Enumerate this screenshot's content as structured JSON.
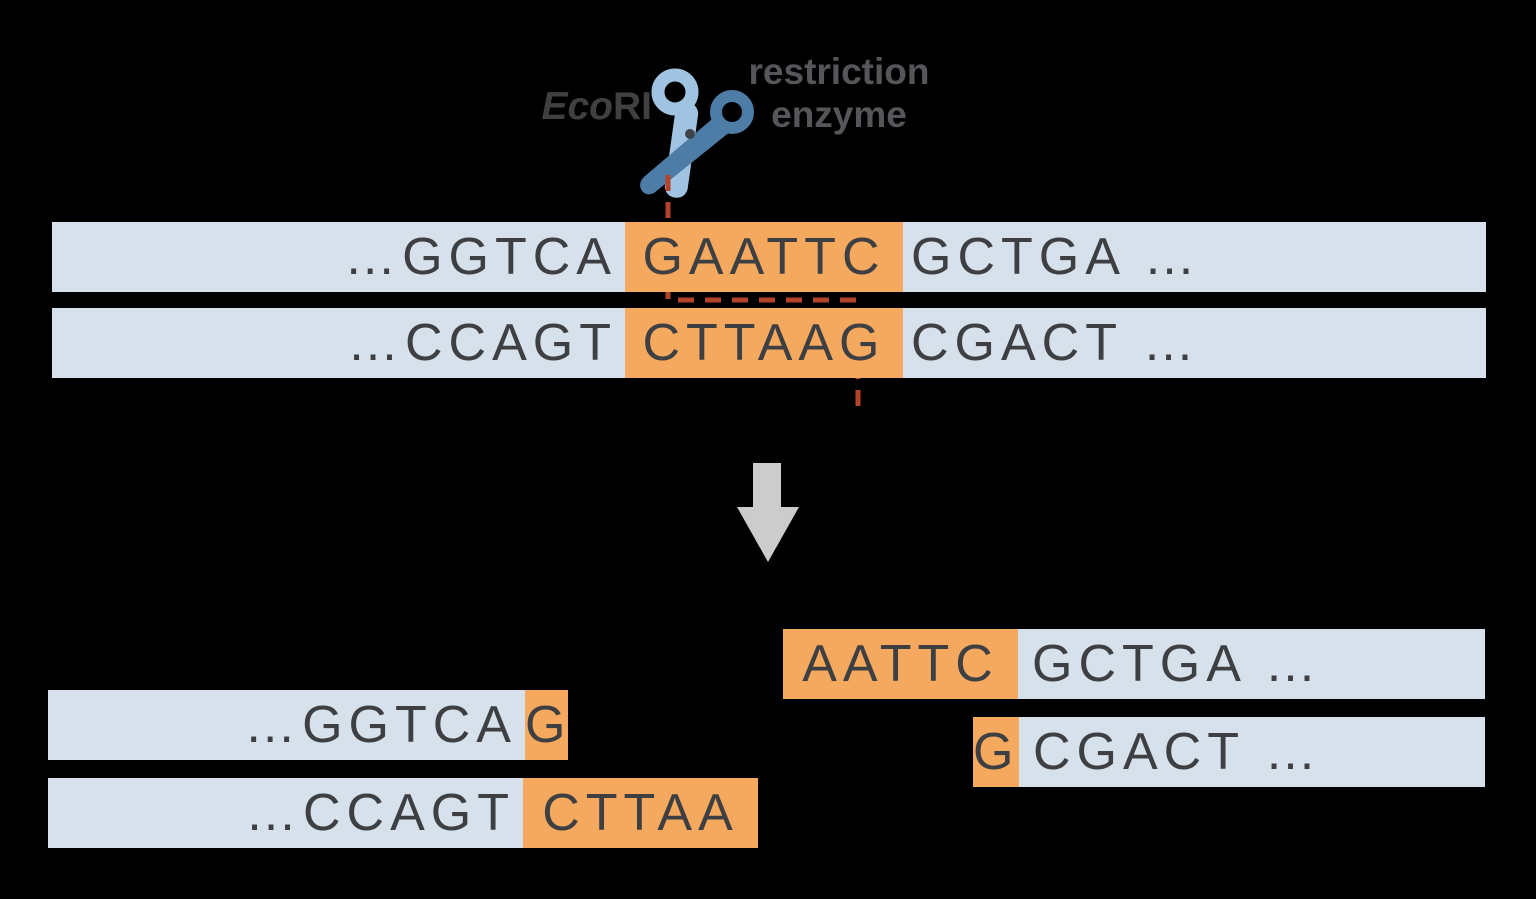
{
  "labels": {
    "enzyme_name_italic": "Eco",
    "enzyme_name_suffix": "RI",
    "enzyme_type_line1": "restriction",
    "enzyme_type_line2": "enzyme"
  },
  "icons": {
    "scissors": "scissors-icon",
    "down_arrow": "down-arrow-icon",
    "cut_path": "dashed-cut-line"
  },
  "colors": {
    "background": "#000000",
    "strand_fill": "#d6e1ec",
    "recognition_site_highlight": "#f5a95f",
    "sequence_text": "#3d3f42",
    "cut_line_red": "#b5432a",
    "arrow_gray": "#cccccc",
    "scissors_light_blue": "#9fc3e0",
    "scissors_dark_blue": "#4d7ca6",
    "enzyme_name_text": "#3f4042",
    "enzyme_type_text": "#55565a"
  },
  "uncut_dna": {
    "top_strand": {
      "left_flank": "…GGTCA",
      "recognition_site": "GAATTC",
      "right_flank": "GCTGA …"
    },
    "bottom_strand": {
      "left_flank": "…CCAGT",
      "recognition_site": "CTTAAG",
      "right_flank": "CGACT …"
    }
  },
  "cut_products": {
    "left_fragment": {
      "top_strand": {
        "left_flank": "…GGTCA",
        "overhang": "G"
      },
      "bottom_strand": {
        "left_flank": "…CCAGT",
        "overhang": "CTTAA"
      }
    },
    "right_fragment": {
      "top_strand": {
        "overhang": "AATTC",
        "right_flank": "GCTGA …"
      },
      "bottom_strand": {
        "overhang": "G",
        "right_flank": "CGACT …"
      }
    }
  }
}
